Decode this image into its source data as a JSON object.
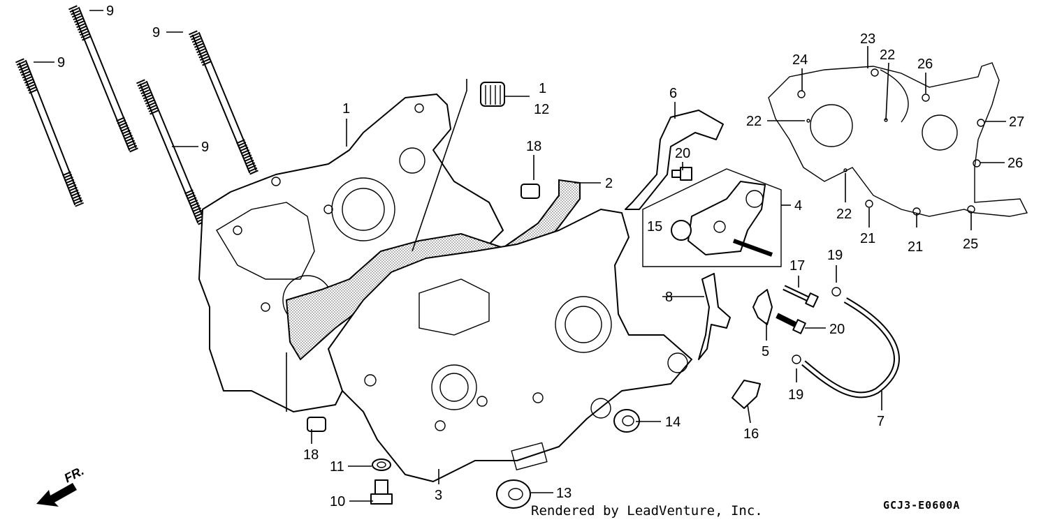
{
  "diagram": {
    "callouts": {
      "c1a": "1",
      "c1b": "1",
      "c2": "2",
      "c3": "3",
      "c4": "4",
      "c5": "5",
      "c6": "6",
      "c7": "7",
      "c8": "8",
      "c9a": "9",
      "c9b": "9",
      "c9c": "9",
      "c9d": "9",
      "c10": "10",
      "c11": "11",
      "c12": "12",
      "c13": "13",
      "c14": "14",
      "c15": "15",
      "c16": "16",
      "c17": "17",
      "c18a": "18",
      "c18b": "18",
      "c19a": "19",
      "c19b": "19",
      "c20a": "20",
      "c20b": "20",
      "c21a": "21",
      "c21b": "21",
      "c22a": "22",
      "c22b": "22",
      "c22c": "22",
      "c23": "23",
      "c24": "24",
      "c25": "25",
      "c26a": "26",
      "c26b": "26",
      "c27": "27"
    },
    "front_arrow_label": "FR.",
    "credit": "Rendered by LeadVenture, Inc.",
    "diagram_code": "GCJ3-E0600A"
  }
}
